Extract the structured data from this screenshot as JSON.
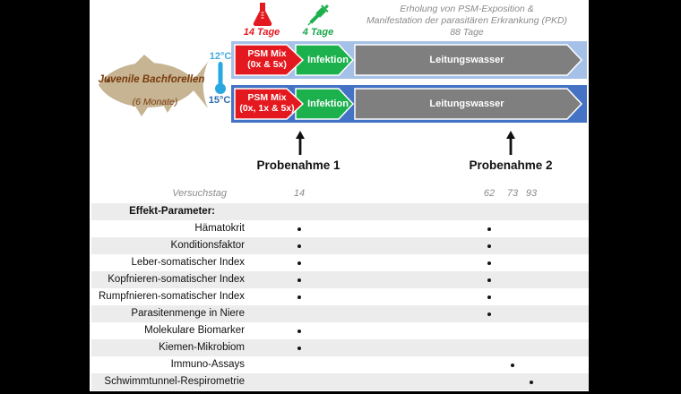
{
  "treatment_phases": {
    "psm_duration": "14 Tage",
    "infection_duration": "4 Tage",
    "recovery_line1": "Erholung von PSM-Exposition &",
    "recovery_line2": "Manifestation der parasitären Erkrankung (PKD)",
    "recovery_line3": "88 Tage"
  },
  "subject": {
    "name": "Juvenile Bachforellen",
    "age": "(6 Monate)",
    "temperature_top": "12°C",
    "temperature_bottom": "15°C"
  },
  "timelines": [
    {
      "psm_label": "PSM Mix",
      "psm_doses": "(0x & 5x)",
      "infection_label": "Infektion",
      "water_label": "Leitungswasser"
    },
    {
      "psm_label": "PSM Mix",
      "psm_doses": "(0x, 1x & 5x)",
      "infection_label": "Infektion",
      "water_label": "Leitungswasser"
    }
  ],
  "sampling": {
    "label1": "Probenahme 1",
    "label2": "Probenahme 2"
  },
  "table": {
    "day_axis_label": "Versuchstag",
    "days": [
      "14",
      "62",
      "73",
      "93"
    ],
    "rows": [
      {
        "label": "Effekt-Parameter:",
        "bold": true,
        "dots": []
      },
      {
        "label": "Hämatokrit",
        "dots": [
          0,
          1
        ]
      },
      {
        "label": "Konditionsfaktor",
        "dots": [
          0,
          1
        ]
      },
      {
        "label": "Leber-somatischer Index",
        "dots": [
          0,
          1
        ]
      },
      {
        "label": "Kopfnieren-somatischer Index",
        "dots": [
          0,
          1
        ]
      },
      {
        "label": "Rumpfnieren-somatischer Index",
        "dots": [
          0,
          1
        ]
      },
      {
        "label": "Parasitenmenge in Niere",
        "dots": [
          1
        ]
      },
      {
        "label": "Molekulare Biomarker",
        "dots": [
          0
        ]
      },
      {
        "label": "Kiemen-Mikrobiom",
        "dots": [
          0
        ]
      },
      {
        "label": "Immuno-Assays",
        "dots": [
          2
        ]
      },
      {
        "label": "Schwimmtunnel-Respirometrie",
        "dots": [
          3
        ]
      }
    ]
  },
  "colors": {
    "psm_red": "#e4191f",
    "infection_green": "#1db14e",
    "water_gray": "#7f7f7f",
    "bar1_background": "#a6c1e8",
    "bar2_background": "#4472c4",
    "temp_cold_blue": "#45aadf",
    "temp_warm_blue": "#2c6fb0",
    "thermometer_blue": "#29a8e0",
    "fish_tan": "#c6b493",
    "fish_text_brown": "#7a3b0c",
    "muted_text_gray": "#8a8a8a",
    "table_stripe": "#ececec"
  }
}
